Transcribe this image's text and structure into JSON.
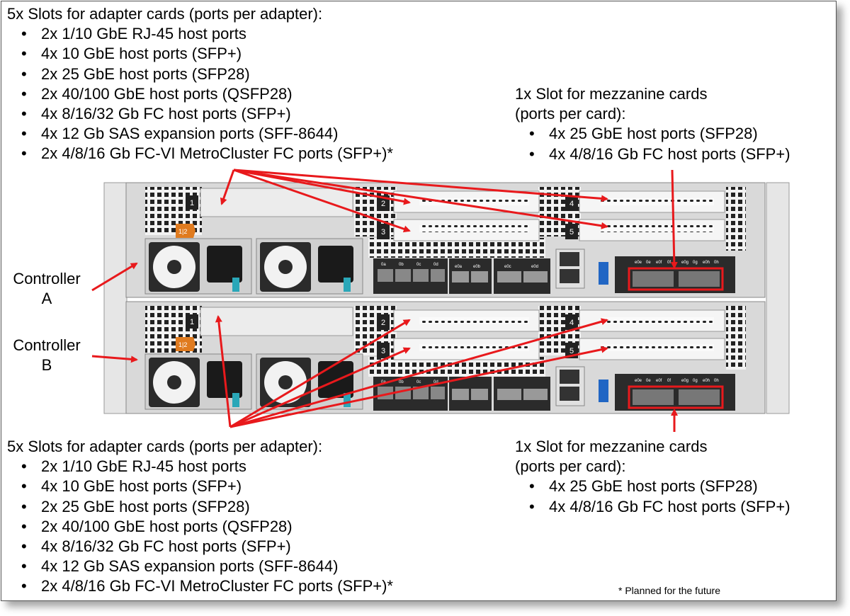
{
  "top_left": {
    "heading": "5x Slots for adapter cards (ports per adapter):",
    "items": [
      "2x 1/10 GbE RJ-45 host ports",
      "4x 10 GbE host ports (SFP+)",
      "2x 25 GbE host ports (SFP28)",
      "2x 40/100 GbE host ports (QSFP28)",
      "4x 8/16/32 Gb FC host ports (SFP+)",
      "4x 12 Gb SAS expansion ports (SFF-8644)",
      "2x 4/8/16 Gb FC-VI MetroCluster FC ports (SFP+)*"
    ]
  },
  "top_right": {
    "heading_line1": "1x Slot for mezzanine cards",
    "heading_line2": "(ports per card):",
    "items": [
      "4x 25 GbE host ports (SFP28)",
      "4x 4/8/16 Gb FC host ports (SFP+)"
    ]
  },
  "bottom_left": {
    "heading": "5x Slots for adapter cards (ports per adapter):",
    "items": [
      "2x 1/10 GbE RJ-45 host ports",
      "4x 10 GbE host ports (SFP+)",
      "2x 25 GbE host ports (SFP28)",
      "2x 40/100 GbE host ports (QSFP28)",
      "4x 8/16/32 Gb FC host ports (SFP+)",
      "4x 12 Gb SAS expansion ports (SFF-8644)",
      "2x 4/8/16 Gb FC-VI MetroCluster FC ports (SFP+)*"
    ]
  },
  "bottom_right": {
    "heading_line1": "1x Slot for mezzanine cards",
    "heading_line2": "(ports per card):",
    "items": [
      "4x 25 GbE host ports (SFP28)",
      "4x 4/8/16 Gb FC host ports (SFP+)"
    ]
  },
  "controller_a": {
    "line1": "Controller",
    "line2": "A"
  },
  "controller_b": {
    "line1": "Controller",
    "line2": "B"
  },
  "slot_numbers": [
    "1",
    "2",
    "3",
    "4",
    "5"
  ],
  "psu_tag": "1|2",
  "onboard_port_labels": [
    "0a",
    "0b",
    "0c",
    "0d"
  ],
  "port_labels_mid": [
    "e0a",
    "e0b",
    "e0c",
    "e0d"
  ],
  "mezz_port_labels": [
    "e0e",
    "0e",
    "e0f",
    "0f",
    "e0g",
    "0g",
    "e0h",
    "0h"
  ],
  "footnote": "* Planned for the future",
  "colors": {
    "arrow": "#e8191c",
    "highlight": "#e8191c",
    "chassis": "#d4d4d4",
    "dark": "#2b2b2b",
    "psu_tag": "#e07b1f"
  }
}
